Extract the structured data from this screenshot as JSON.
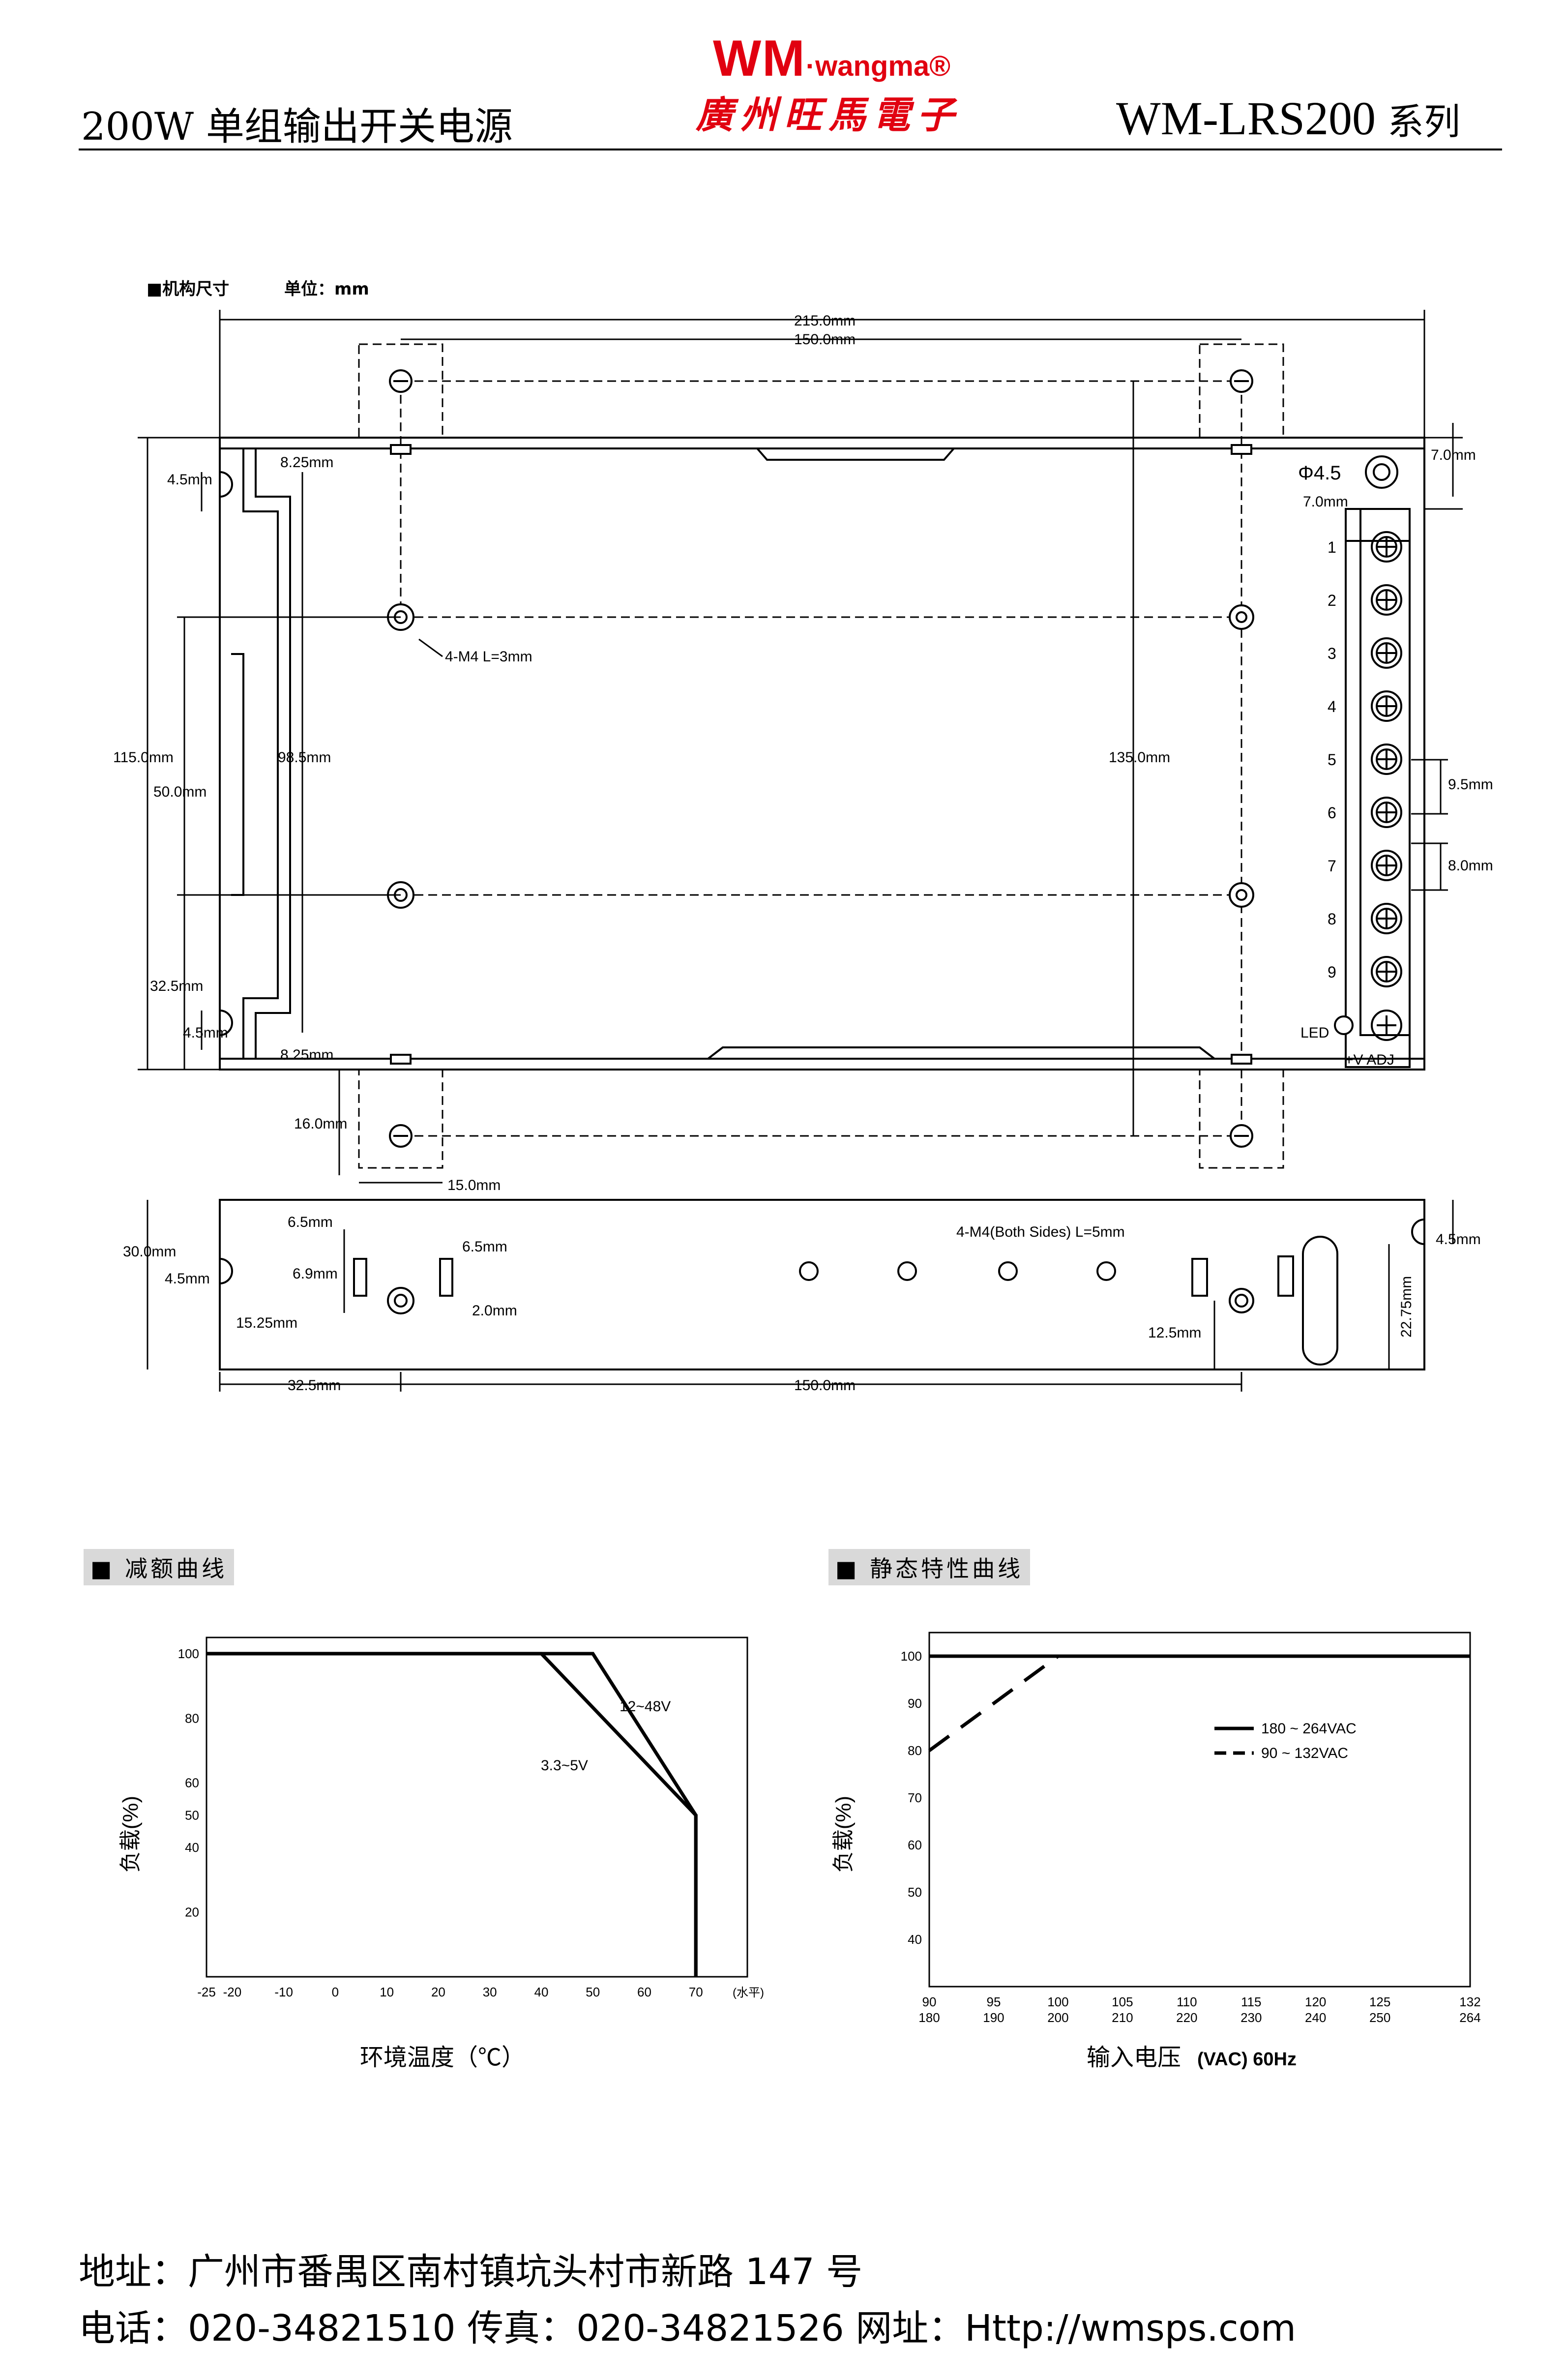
{
  "header": {
    "title": "200W 单组输出开关电源",
    "model": "WM-LRS200",
    "series_suffix": "系列",
    "brand_wm": "WM",
    "brand_dot": "·",
    "brand_wangma": "wangma",
    "brand_reg": "®",
    "brand_cn": "廣州旺馬電子"
  },
  "drawing": {
    "title": "机构尺寸",
    "unit": "单位：mm",
    "dims": {
      "d215": "215.0mm",
      "d150top": "150.0mm",
      "d8_25a": "8.25mm",
      "d8_25b": "8.25mm",
      "d4_5a": "4.5mm",
      "d4_5b": "4.5mm",
      "d115": "115.0mm",
      "d98_5": "98.5mm",
      "d50": "50.0mm",
      "d32_5": "32.5mm",
      "d135": "135.0mm",
      "d16": "16.0mm",
      "d15": "15.0mm",
      "d7a": "7.0mm",
      "d7b": "7.0mm",
      "phi": "Φ4.5",
      "d9_5": "9.5mm",
      "d8": "8.0mm",
      "m4": "4-M4  L=3mm",
      "led": "LED",
      "terminal_bottom": "+V  ADJ",
      "s_30": "30.0mm",
      "s_4_5": "4.5mm",
      "s_6_5a": "6.5mm",
      "s_6_5b": "6.5mm",
      "s_6_9": "6.9mm",
      "s_2": "2.0mm",
      "s_15_25": "15.25mm",
      "s_32_5": "32.5mm",
      "s_150": "150.0mm",
      "s_m4": "4-M4(Both Sides) L=5mm",
      "s_12_5": "12.5mm",
      "s_22_75": "22.75mm",
      "s_4_5r": "4.5mm"
    },
    "terminals": [
      "1",
      "2",
      "3",
      "4",
      "5",
      "6",
      "7",
      "8",
      "9"
    ]
  },
  "derating": {
    "section_label": "■ 减额曲线",
    "ylabel": "负载(%)",
    "xlabel": "环境温度（℃）",
    "x_unit_note": "(水平)",
    "x_ticks": [
      "-25",
      "-20",
      "-10",
      "0",
      "10",
      "20",
      "30",
      "40",
      "50",
      "60",
      "70"
    ],
    "y_ticks": [
      "100",
      "80",
      "60",
      "50",
      "40",
      "20"
    ],
    "series_label_a": "12~48V",
    "series_label_b": "3.3~5V"
  },
  "static": {
    "section_label": "■ 静态特性曲线",
    "ylabel": "负载(%)",
    "xlabel_cn": "输入电压",
    "xlabel_en": "(VAC) 60Hz",
    "x_ticks_top": [
      "90",
      "95",
      "100",
      "105",
      "110",
      "115",
      "120",
      "125",
      "132"
    ],
    "x_ticks_bottom": [
      "180",
      "190",
      "200",
      "210",
      "220",
      "230",
      "240",
      "250",
      "264"
    ],
    "y_ticks": [
      "100",
      "90",
      "80",
      "70",
      "60",
      "50",
      "40"
    ],
    "legend_a": "180 ~ 264VAC",
    "legend_b": "90 ~ 132VAC"
  },
  "chart_data": [
    {
      "type": "line",
      "x": [
        -25,
        40,
        50,
        70,
        70
      ],
      "series": [
        {
          "name": "12~48V",
          "points": [
            [
              -25,
              100
            ],
            [
              50,
              100
            ],
            [
              70,
              50
            ],
            [
              70,
              0
            ]
          ]
        },
        {
          "name": "3.3~5V",
          "points": [
            [
              -25,
              100
            ],
            [
              40,
              100
            ],
            [
              70,
              50
            ],
            [
              70,
              0
            ]
          ]
        }
      ],
      "xlim": [
        -25,
        80
      ],
      "ylim": [
        0,
        105
      ],
      "xlabel": "环境温度（℃）",
      "ylabel": "负载(%)"
    },
    {
      "type": "line",
      "series": [
        {
          "name": "180 ~ 264VAC",
          "points": [
            [
              90,
              100
            ],
            [
              132,
              100
            ]
          ]
        },
        {
          "name": "90 ~ 132VAC",
          "points": [
            [
              90,
              80
            ],
            [
              100,
              100
            ],
            [
              132,
              100
            ]
          ]
        }
      ],
      "xlim": [
        90,
        132
      ],
      "ylim": [
        30,
        105
      ],
      "xlabel": "输入电压(VAC) 60Hz",
      "ylabel": "负载(%)"
    }
  ],
  "footer": {
    "address": "地址：广州市番禺区南村镇坑头村市新路 147 号",
    "phone": "电话：020-34821510    传真：020-34821526    网址：Http://wmsps.com"
  }
}
